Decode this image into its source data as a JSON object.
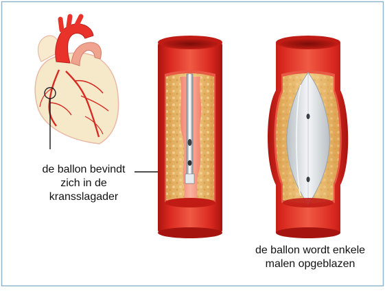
{
  "captions": {
    "balloon_location": {
      "line1": "de ballon bevindt",
      "line2": "zich in de",
      "line3": "kransslagader"
    },
    "balloon_inflated": {
      "line1": "de ballon wordt enkele",
      "line2": "malen opgeblazen"
    }
  },
  "colors": {
    "frame_border": "#8fb3c7",
    "artery_wall": "#d2231c",
    "artery_inner": "#ef7b6a",
    "plaque": "#eab86a",
    "heart_tissue": "#f4e7c4",
    "aorta": "#e8322a",
    "catheter": "#c9ccd0",
    "balloon": "#dfe3e6"
  },
  "icons": {
    "heart": "heart-illustration-icon",
    "artery_narrowed": "artery-with-plaque-icon",
    "artery_widened": "artery-with-inflated-balloon-icon"
  }
}
